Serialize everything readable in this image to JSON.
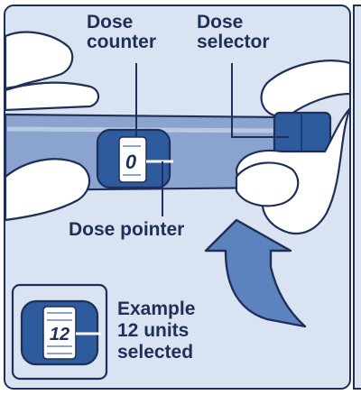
{
  "labels": {
    "dose_counter": [
      "Dose",
      "counter"
    ],
    "dose_selector": [
      "Dose",
      "selector"
    ],
    "dose_pointer": "Dose pointer",
    "example": [
      "Example",
      "12 units",
      "selected"
    ]
  },
  "counter_window": {
    "main_reading": "0",
    "example_reading": "12"
  },
  "colors": {
    "panel_background": "#d9e3f1",
    "outline": "#1f2f57",
    "pen_body": "#8aa3cf",
    "counter_window": "#2e5a9e",
    "dose_selector": "#2e5a9e",
    "arrow": "#5c83be",
    "hand": "#ffffff"
  }
}
